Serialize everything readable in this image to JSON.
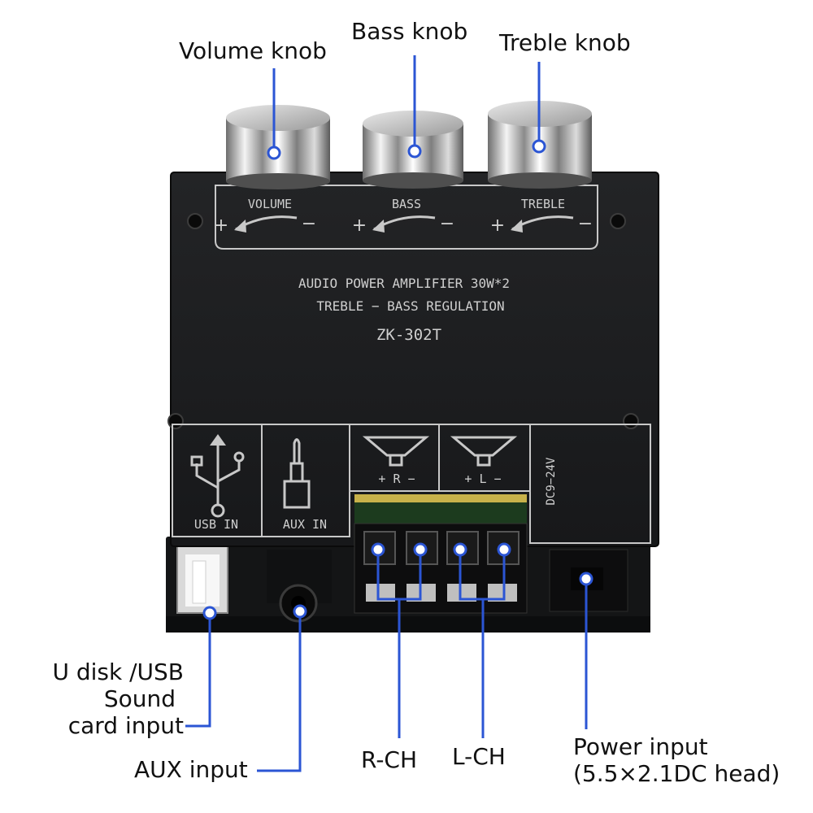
{
  "callouts": {
    "volume": "Volume knob",
    "bass": "Bass knob",
    "treble": "Treble knob",
    "usb": [
      "U disk /USB",
      "Sound",
      "card input"
    ],
    "aux": "AUX input",
    "rch": "R-CH",
    "lch": "L-CH",
    "power": [
      "Power input",
      "(5.5×2.1DC head)"
    ]
  },
  "board": {
    "knob_volume": "VOLUME",
    "knob_bass": "BASS",
    "knob_treble": "TREBLE",
    "plus": "+",
    "minus": "−",
    "title_line1": "AUDIO POWER AMPLIFIER 30W*2",
    "title_line2": "TREBLE − BASS REGULATION",
    "model": "ZK-302T",
    "usb_label": "USB IN",
    "aux_label": "AUX IN",
    "right_label": "+ R −",
    "left_label": "+ L −",
    "dc_label": "DC9−24V"
  },
  "colors": {
    "pointer": "#2b55d4",
    "board": "#1e1f21",
    "silk": "#c8c8c8"
  }
}
